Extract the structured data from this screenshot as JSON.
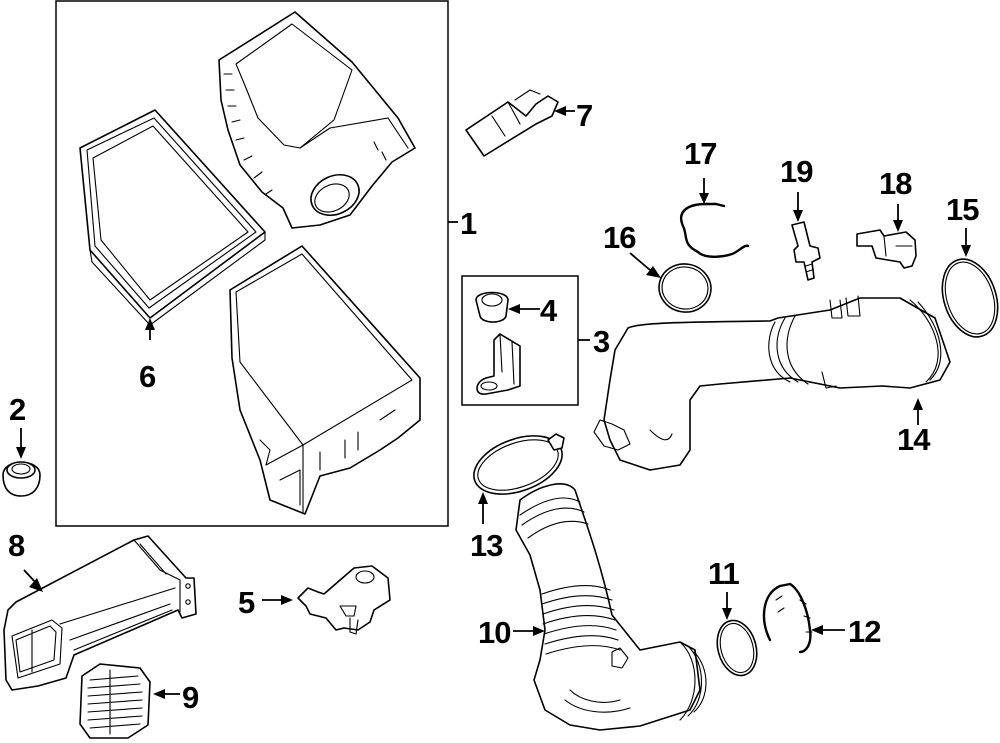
{
  "diagram": {
    "title": "Air intake assembly exploded parts view",
    "line_color": "#000000",
    "background_color": "#ffffff",
    "callouts": [
      {
        "id": "1",
        "label": "1",
        "part": "air-cleaner-assembly"
      },
      {
        "id": "2",
        "label": "2",
        "part": "grommet"
      },
      {
        "id": "3",
        "label": "3",
        "part": "bracket-kit"
      },
      {
        "id": "4",
        "label": "4",
        "part": "bracket-grommet"
      },
      {
        "id": "5",
        "label": "5",
        "part": "bracket"
      },
      {
        "id": "6",
        "label": "6",
        "part": "air-filter-element"
      },
      {
        "id": "7",
        "label": "7",
        "part": "mass-air-flow-sensor"
      },
      {
        "id": "8",
        "label": "8",
        "part": "inlet-duct"
      },
      {
        "id": "9",
        "label": "9",
        "part": "inlet-grille"
      },
      {
        "id": "10",
        "label": "10",
        "part": "outlet-hose"
      },
      {
        "id": "11",
        "label": "11",
        "part": "seal-ring"
      },
      {
        "id": "12",
        "label": "12",
        "part": "retaining-clip"
      },
      {
        "id": "13",
        "label": "13",
        "part": "hose-clamp"
      },
      {
        "id": "14",
        "label": "14",
        "part": "intake-tube"
      },
      {
        "id": "15",
        "label": "15",
        "part": "seal-ring-large"
      },
      {
        "id": "16",
        "label": "16",
        "part": "seal-ring-small"
      },
      {
        "id": "17",
        "label": "17",
        "part": "wire-clip"
      },
      {
        "id": "18",
        "label": "18",
        "part": "pressure-sensor"
      },
      {
        "id": "19",
        "label": "19",
        "part": "temperature-sensor"
      }
    ]
  }
}
